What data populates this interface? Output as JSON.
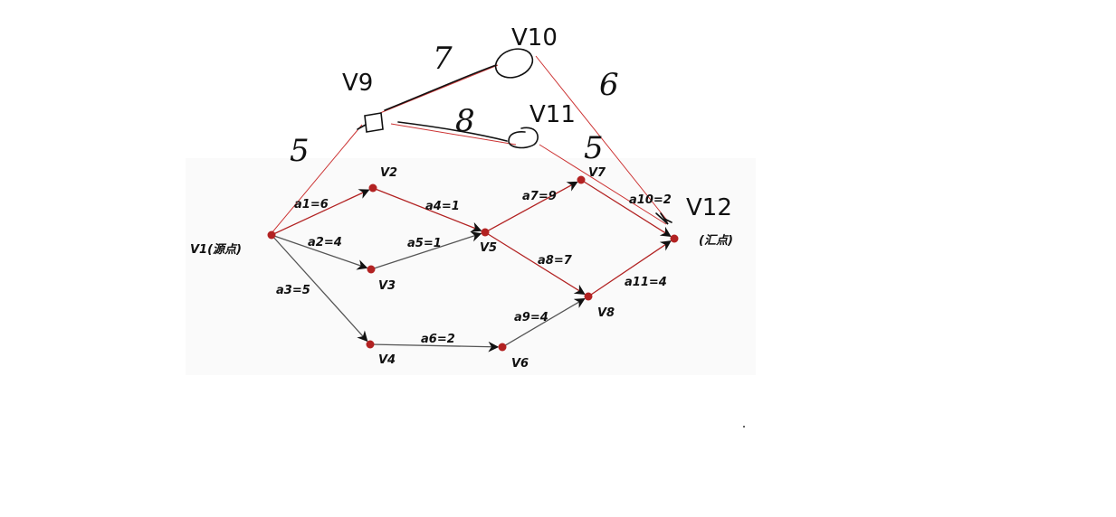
{
  "diagram": {
    "nodes": [
      {
        "id": "v1",
        "label": "V1(源点)"
      },
      {
        "id": "v2",
        "label": "V2"
      },
      {
        "id": "v3",
        "label": "V3"
      },
      {
        "id": "v4",
        "label": "V4"
      },
      {
        "id": "v5",
        "label": "V5"
      },
      {
        "id": "v6",
        "label": "V6"
      },
      {
        "id": "v7",
        "label": "V7"
      },
      {
        "id": "v8",
        "label": "V8"
      },
      {
        "id": "sink",
        "label": "(汇点)"
      }
    ],
    "edges": [
      {
        "from": "v1",
        "to": "v2",
        "label": "a1=6",
        "highlight": true
      },
      {
        "from": "v1",
        "to": "v3",
        "label": "a2=4",
        "highlight": false
      },
      {
        "from": "v1",
        "to": "v4",
        "label": "a3=5",
        "highlight": false
      },
      {
        "from": "v2",
        "to": "v5",
        "label": "a4=1",
        "highlight": true
      },
      {
        "from": "v3",
        "to": "v5",
        "label": "a5=1",
        "highlight": false
      },
      {
        "from": "v4",
        "to": "v6",
        "label": "a6=2",
        "highlight": false
      },
      {
        "from": "v5",
        "to": "v7",
        "label": "a7=9",
        "highlight": true
      },
      {
        "from": "v5",
        "to": "v8",
        "label": "a8=7",
        "highlight": true
      },
      {
        "from": "v6",
        "to": "v8",
        "label": "a9=4",
        "highlight": false
      },
      {
        "from": "v7",
        "to": "sink",
        "label": "a10=2",
        "highlight": true
      },
      {
        "from": "v8",
        "to": "sink",
        "label": "a11=4",
        "highlight": true
      }
    ],
    "handwritten": {
      "nodes": [
        {
          "id": "hv9",
          "label": "V9"
        },
        {
          "id": "hv10",
          "label": "V10"
        },
        {
          "id": "hv11",
          "label": "V11"
        },
        {
          "id": "hv12",
          "label": "V12"
        }
      ],
      "numbers": [
        {
          "id": "n5a",
          "text": "5"
        },
        {
          "id": "n7",
          "text": "7"
        },
        {
          "id": "n8",
          "text": "8"
        },
        {
          "id": "n6",
          "text": "6"
        },
        {
          "id": "n5b",
          "text": "5"
        }
      ]
    },
    "colors": {
      "node": "#b22222",
      "highlight_edge": "#b22222",
      "normal_edge": "#555555",
      "annotation_line": "#cc3333",
      "ink": "#111111"
    }
  }
}
